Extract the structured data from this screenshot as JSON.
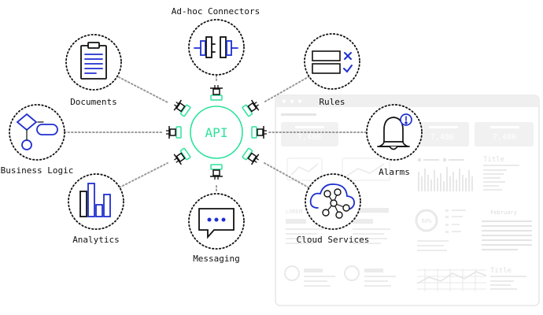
{
  "diagram": {
    "hub": {
      "label": "API"
    },
    "nodes": [
      {
        "id": "adhoc",
        "label": "Ad-hoc Connectors",
        "icon": "connector-icon"
      },
      {
        "id": "documents",
        "label": "Documents",
        "icon": "clipboard-icon"
      },
      {
        "id": "rules",
        "label": "Rules",
        "icon": "rules-icon"
      },
      {
        "id": "business",
        "label": "Business Logic",
        "icon": "flowchart-icon"
      },
      {
        "id": "alarms",
        "label": "Alarms",
        "icon": "bell-icon"
      },
      {
        "id": "analytics",
        "label": "Analytics",
        "icon": "bar-chart-icon"
      },
      {
        "id": "cloud",
        "label": "Cloud Services",
        "icon": "cloud-network-icon"
      },
      {
        "id": "messaging",
        "label": "Messaging",
        "icon": "chat-bubble-icon"
      }
    ],
    "colors": {
      "accent": "#2de39b",
      "icon_blue": "#1f2fd0",
      "alarm_blue": "#1f2fd0",
      "ink": "#111111",
      "ghost": "#d8d8d8"
    }
  },
  "background_dashboard": {
    "stat_values": [
      "7,486",
      "7,486",
      "7,486"
    ],
    "title_label": "Title",
    "calendar_month": "February",
    "percent": "60%",
    "cards_heading": "LOREM IPSUM"
  }
}
